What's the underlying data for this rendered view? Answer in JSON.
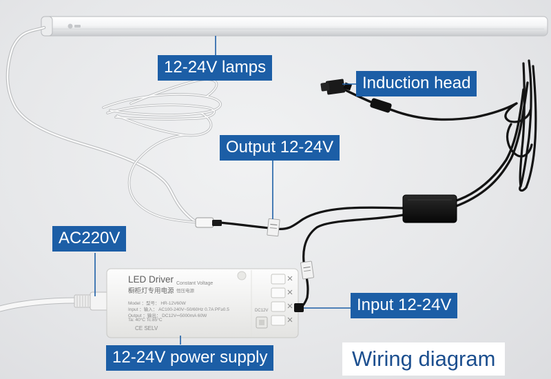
{
  "labels": {
    "lamps": "12-24V lamps",
    "induction_head": "Induction head",
    "output": "Output 12-24V",
    "ac": "AC220V",
    "input": "Input 12-24V",
    "power_supply": "12-24V power supply"
  },
  "caption": "Wiring diagram",
  "driver": {
    "title": "LED Driver",
    "subtitle_cn": "橱柜灯专用电源",
    "sub_small": "Constant Voltage",
    "sub_small_cn": "恒压电源",
    "spec_model": "Model ：型号：  HR-12V60W",
    "spec_input": "Input ：输入：  AC100-240V~50/60Hz 0.7A  PF≥0.5",
    "spec_output": "Output ：输出：  DC12V⎓5000mA 60W",
    "spec_ta": "Ta: 40°C   Tc:85°C",
    "cert": "CE SELV",
    "dc_label": "DC12V"
  },
  "colors": {
    "label_bg": "#1c5ea6",
    "label_text": "#ffffff",
    "caption_text": "#1c4f8f",
    "background": "#e9eaec",
    "cable_black": "#141414",
    "cable_white": "#fafafa"
  }
}
